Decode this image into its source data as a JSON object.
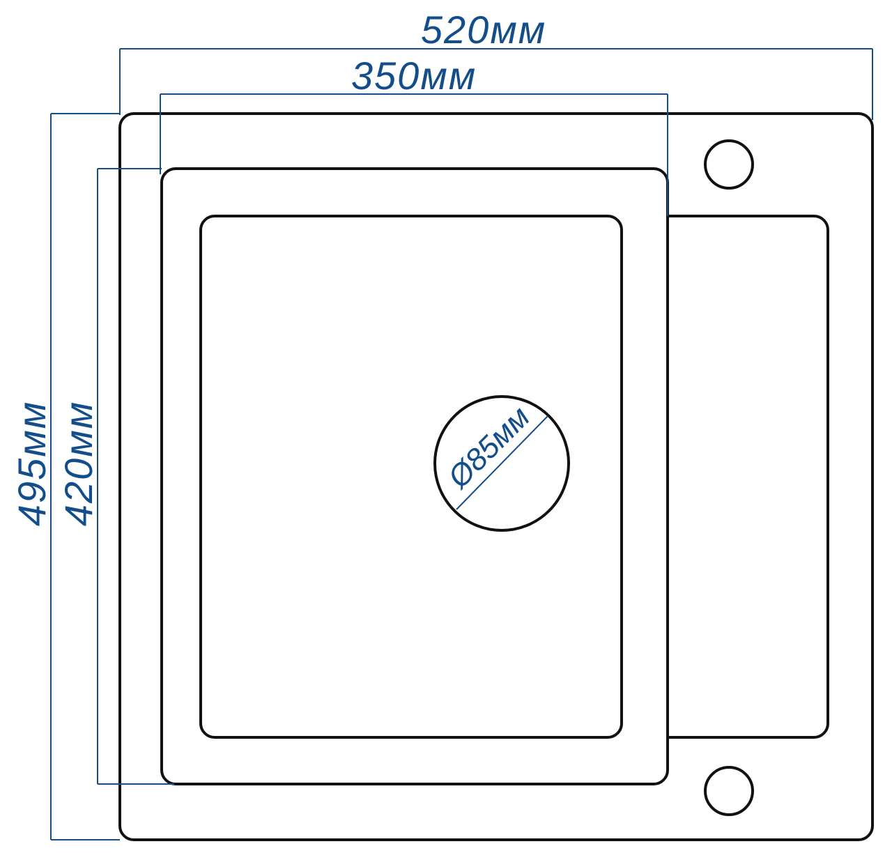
{
  "title": "Sink dimensions drawing",
  "dimensions": {
    "overall_width": "520мм",
    "bowl_width": "350мм",
    "overall_depth": "495мм",
    "bowl_depth": "420мм",
    "drain_diameter": "Ø85мм"
  },
  "colors": {
    "dimension": "#134e8a",
    "outline": "#111111"
  }
}
